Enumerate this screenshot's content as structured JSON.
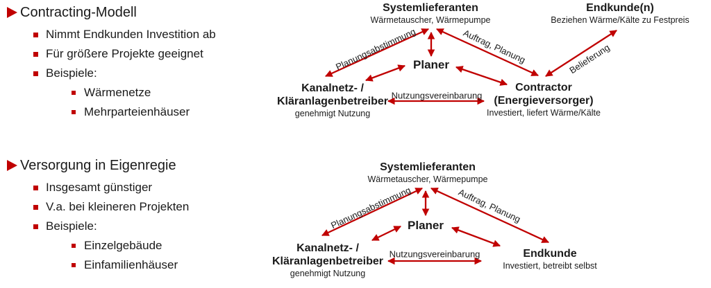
{
  "colors": {
    "accent_red": "#c00000",
    "text_dark": "#1a1a1a"
  },
  "bullet_sections": [
    {
      "title": "Contracting-Modell",
      "items": [
        "Nimmt Endkunden Investition ab",
        "Für größere Projekte geeignet",
        "Beispiele:"
      ],
      "examples": [
        "Wärmenetze",
        "Mehrparteienhäuser"
      ]
    },
    {
      "title": "Versorgung in Eigenregie",
      "items": [
        "Insgesamt günstiger",
        "V.a. bei kleineren Projekten",
        "Beispiele:"
      ],
      "examples": [
        "Einzelgebäude",
        "Einfamilienhäuser"
      ]
    }
  ],
  "diagrams": [
    {
      "nodes": {
        "supplier": {
          "line1": "Systemlieferanten",
          "sub": "Wärmetauscher, Wärmepumpe"
        },
        "endcustomer": {
          "line1": "Endkunde(n)",
          "sub": "Beziehen Wärme/Kälte zu Festpreis"
        },
        "planner": {
          "line1": "Planer"
        },
        "network": {
          "line1": "Kanalnetz- /",
          "line2": "Kläranlagenbetreiber",
          "sub": "genehmigt Nutzung"
        },
        "contractor": {
          "line1": "Contractor",
          "line2": "(Energieversorger)",
          "sub": "Investiert, liefert Wärme/Kälte"
        }
      },
      "edges": {
        "planungsabstimmung": "Planungsabstimmung",
        "auftrag_planung": "Auftrag, Planung",
        "belieferung": "Belieferung",
        "nutzungsvereinbarung": "Nutzungsvereinbarung"
      }
    },
    {
      "nodes": {
        "supplier": {
          "line1": "Systemlieferanten",
          "sub": "Wärmetauscher, Wärmepumpe"
        },
        "planner": {
          "line1": "Planer"
        },
        "network": {
          "line1": "Kanalnetz- /",
          "line2": "Kläranlagenbetreiber",
          "sub": "genehmigt Nutzung"
        },
        "endcustomer": {
          "line1": "Endkunde",
          "sub": "Investiert, betreibt selbst"
        }
      },
      "edges": {
        "planungsabstimmung": "Planungsabstimmung",
        "auftrag_planung": "Auftrag, Planung",
        "nutzungsvereinbarung": "Nutzungsvereinbarung"
      }
    }
  ]
}
